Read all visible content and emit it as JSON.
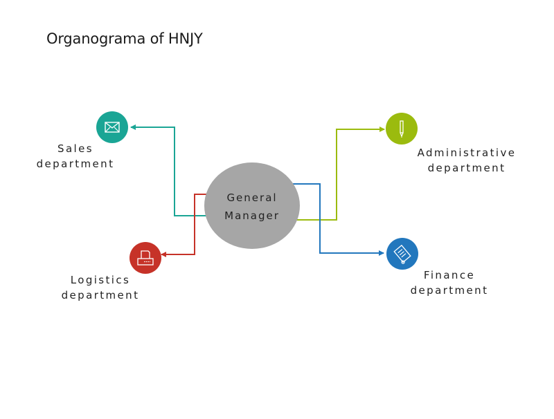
{
  "title": "Organograma of HNJY",
  "center": {
    "line1": "General",
    "line2": "Manager",
    "color": "#a6a6a6"
  },
  "departments": [
    {
      "line1": "Sales",
      "line2": "department",
      "icon": "envelope-icon",
      "color": "#1aa595"
    },
    {
      "line1": "Administrative",
      "line2": "department",
      "icon": "pen-icon",
      "color": "#9bbb0e"
    },
    {
      "line1": "Logistics",
      "line2": "department",
      "icon": "printer-icon",
      "color": "#c63228"
    },
    {
      "line1": "Finance",
      "line2": "department",
      "icon": "document-icon",
      "color": "#2277bd"
    }
  ]
}
